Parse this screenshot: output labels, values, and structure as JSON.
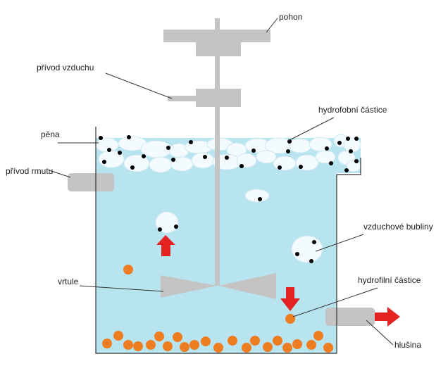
{
  "labels": {
    "drive": "pohon",
    "air_inlet": "přívod vzduchu",
    "hydrophobic": "hydrofobní částice",
    "foam": "pěna",
    "pulp_inlet": "přívod rmutu",
    "air_bubbles": "vzduchové bubliny",
    "impeller": "vrtule",
    "hydrophilic": "hydrofilní částice",
    "tailings": "hlušina"
  },
  "colors": {
    "liquid": "#b8e4f0",
    "bubble": "#f4fbfe",
    "bubble_outline": "#cfe9f3",
    "hardware": "#c4c4c4",
    "black_particle": "#000000",
    "orange_particle": "#ee7d22",
    "arrow": "#e42222",
    "tank_outline": "#333333",
    "leader_line": "#333333"
  },
  "icons": {
    "upward_arrow": "red-arrow-up",
    "downward_arrow": "red-arrow-down",
    "outflow_arrow": "red-arrow-right"
  }
}
